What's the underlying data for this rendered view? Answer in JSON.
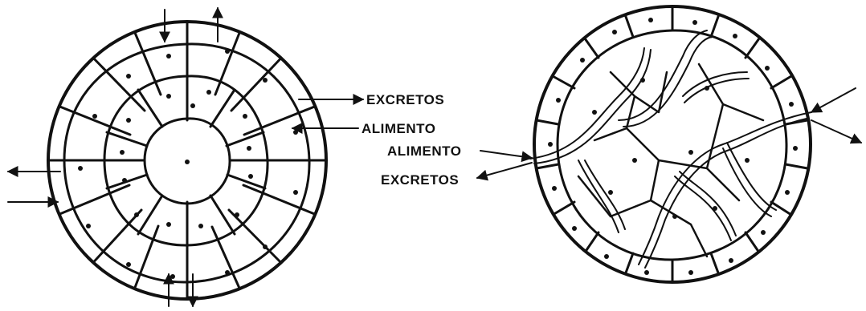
{
  "labels": {
    "excretos_1": "EXCRETOS",
    "alimento_1": "ALIMENTO",
    "alimento_2": "ALIMENTO",
    "excretos_2": "EXCRETOS"
  }
}
